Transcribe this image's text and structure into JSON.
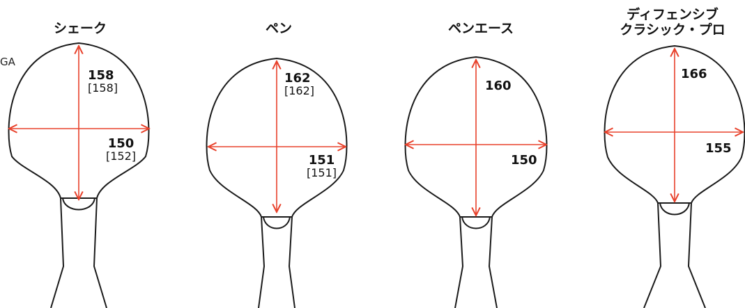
{
  "edge_label": "GA",
  "colors": {
    "outline": "#1a1a1a",
    "arrow": "#e8402a",
    "text": "#111111"
  },
  "paddles": [
    {
      "id": "shake",
      "title_lines": [
        "シェーク"
      ],
      "length": "158",
      "length_sub": "[158]",
      "width": "150",
      "width_sub": "[152]"
    },
    {
      "id": "pen",
      "title_lines": [
        "ペン"
      ],
      "length": "162",
      "length_sub": "[162]",
      "width": "151",
      "width_sub": "[151]"
    },
    {
      "id": "pen-ace",
      "title_lines": [
        "ペンエース"
      ],
      "length": "160",
      "length_sub": "",
      "width": "150",
      "width_sub": ""
    },
    {
      "id": "defensive",
      "title_lines": [
        "ディフェンシブ",
        "クラシック・プロ"
      ],
      "length": "166",
      "length_sub": "",
      "width": "155",
      "width_sub": ""
    }
  ]
}
